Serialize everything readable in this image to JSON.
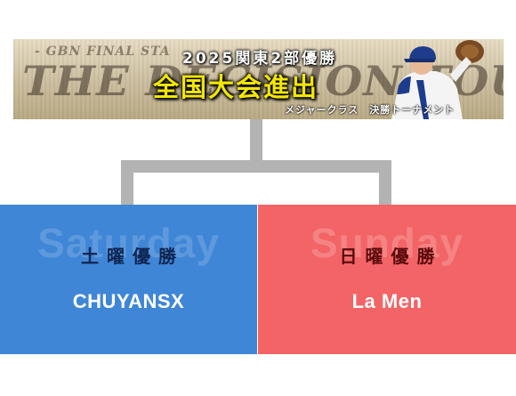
{
  "banner": {
    "bg_small": "- GBN FINAL STA",
    "bg_big": "THE DECISION TOURNAMENT",
    "year_line": "2025関東2部優勝",
    "main_title": "全国大会進出",
    "subtitle": "メジャークラス　決勝トーナメント"
  },
  "saturday": {
    "bg_word": "Saturday",
    "title": "土曜優勝",
    "team": "CHUYANSX",
    "color": "#3f86d6"
  },
  "sunday": {
    "bg_word": "Sunday",
    "title": "日曜優勝",
    "team": "La Men",
    "color": "#f36466"
  }
}
